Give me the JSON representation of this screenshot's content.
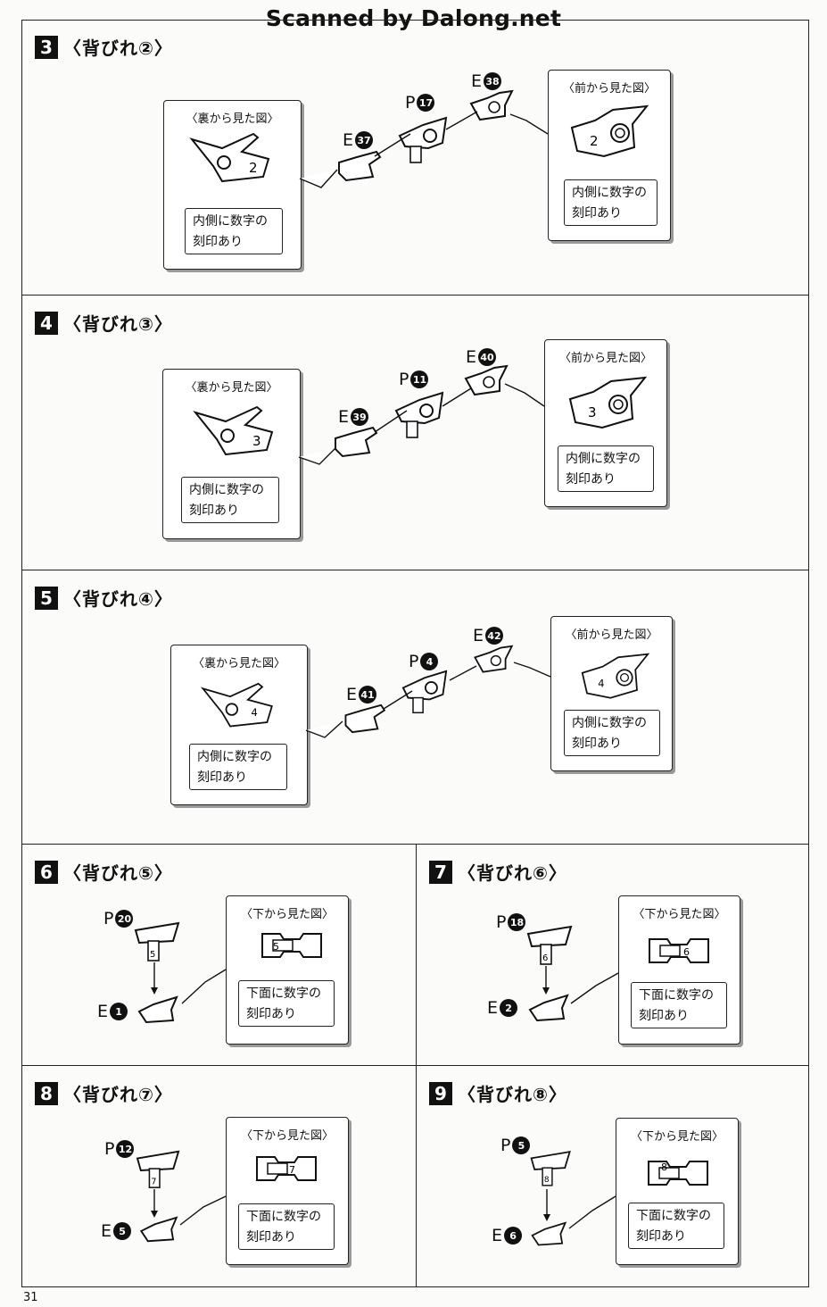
{
  "watermark": "Scanned by Dalong.net",
  "page_number": "31",
  "views": {
    "back": "〈裏から見た図〉",
    "front": "〈前から見た図〉",
    "bottom": "〈下から見た図〉"
  },
  "notes": {
    "inner_1": "内側に数字の",
    "inner_2": "刻印あり",
    "under_1": "下面に数字の",
    "under_2": "刻印あり"
  },
  "steps": [
    {
      "num": "3",
      "title": "〈背びれ②〉",
      "parts": [
        {
          "letter": "E",
          "num": "37"
        },
        {
          "letter": "P",
          "num": "17"
        },
        {
          "letter": "E",
          "num": "38"
        }
      ],
      "marking": "2"
    },
    {
      "num": "4",
      "title": "〈背びれ③〉",
      "parts": [
        {
          "letter": "E",
          "num": "39"
        },
        {
          "letter": "P",
          "num": "11"
        },
        {
          "letter": "E",
          "num": "40"
        }
      ],
      "marking": "3"
    },
    {
      "num": "5",
      "title": "〈背びれ④〉",
      "parts": [
        {
          "letter": "E",
          "num": "41"
        },
        {
          "letter": "P",
          "num": "4"
        },
        {
          "letter": "E",
          "num": "42"
        }
      ],
      "marking": "4"
    },
    {
      "num": "6",
      "title": "〈背びれ⑤〉",
      "parts": [
        {
          "letter": "P",
          "num": "20"
        },
        {
          "letter": "E",
          "num": "1"
        }
      ],
      "marking": "5"
    },
    {
      "num": "7",
      "title": "〈背びれ⑥〉",
      "parts": [
        {
          "letter": "P",
          "num": "18"
        },
        {
          "letter": "E",
          "num": "2"
        }
      ],
      "marking": "6"
    },
    {
      "num": "8",
      "title": "〈背びれ⑦〉",
      "parts": [
        {
          "letter": "P",
          "num": "12"
        },
        {
          "letter": "E",
          "num": "5"
        }
      ],
      "marking": "7"
    },
    {
      "num": "9",
      "title": "〈背びれ⑧〉",
      "parts": [
        {
          "letter": "P",
          "num": "5"
        },
        {
          "letter": "E",
          "num": "6"
        }
      ],
      "marking": "8"
    }
  ]
}
